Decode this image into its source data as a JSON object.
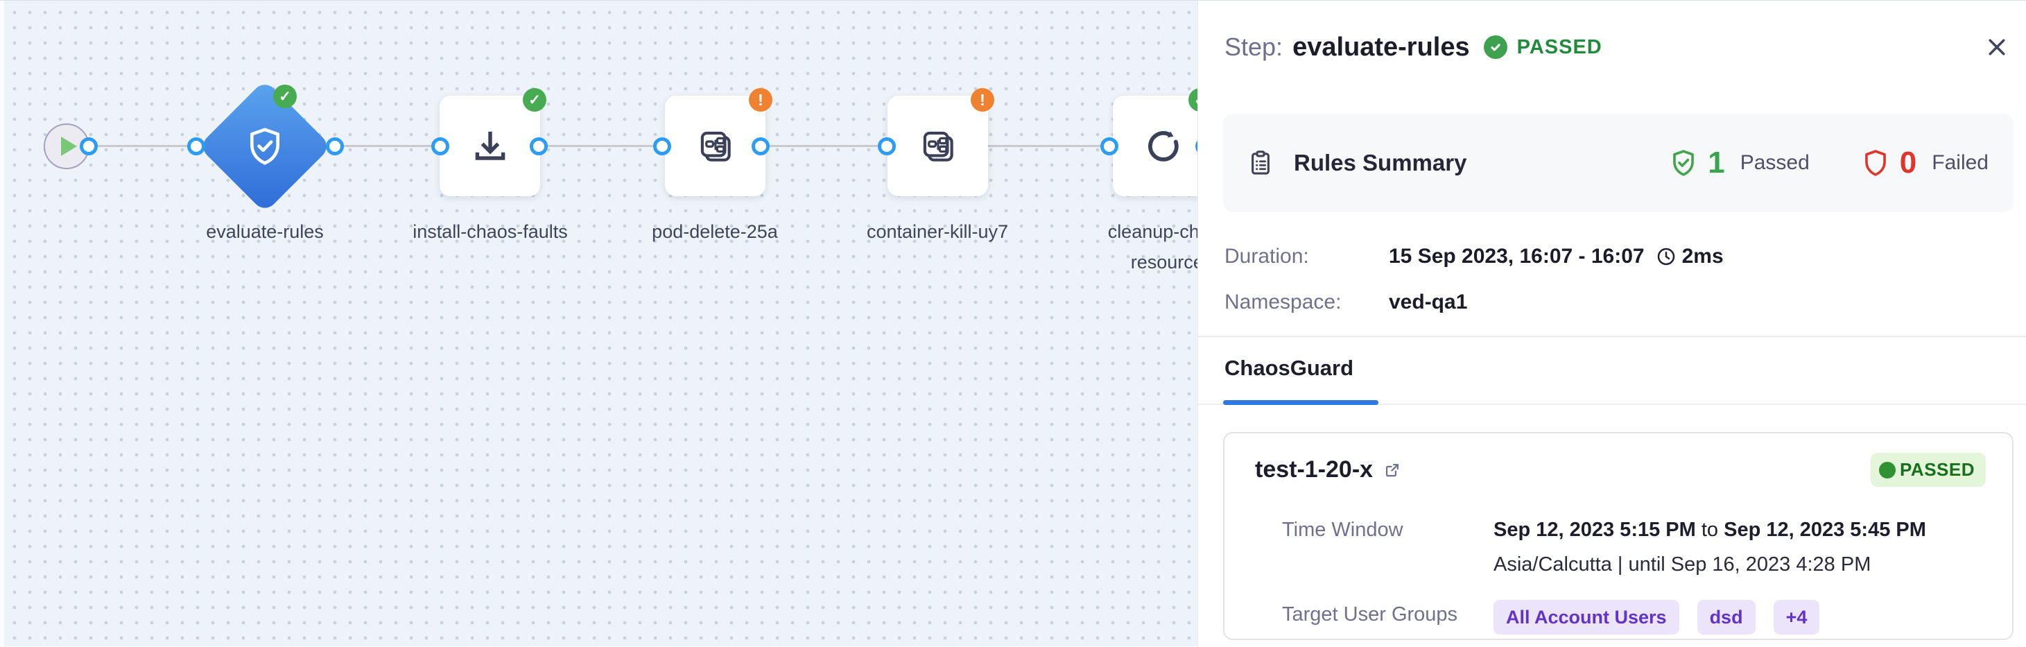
{
  "canvas": {
    "nodes": [
      {
        "id": "start",
        "type": "start"
      },
      {
        "id": "evaluate-rules",
        "label": "evaluate-rules",
        "type": "diamond",
        "icon": "shield-check-icon",
        "status": "passed"
      },
      {
        "id": "install-chaos-faults",
        "label": "install-chaos-faults",
        "type": "step",
        "icon": "download-icon",
        "status": "passed"
      },
      {
        "id": "pod-delete-25a",
        "label": "pod-delete-25a",
        "type": "step",
        "icon": "experiment-icon",
        "status": "warning"
      },
      {
        "id": "container-kill-uy7",
        "label": "container-kill-uy7",
        "type": "step",
        "icon": "experiment-icon",
        "status": "warning"
      },
      {
        "id": "cleanup-chaos-resources",
        "label": "cleanup-chaos-resources",
        "type": "step",
        "icon": "retry-icon",
        "status": "passed"
      }
    ]
  },
  "icons": {
    "check": "✓",
    "warning": "!"
  },
  "panel": {
    "header": {
      "step_label": "Step:",
      "step_name": "evaluate-rules",
      "status": "PASSED"
    },
    "rules_summary": {
      "title": "Rules Summary",
      "passed_count": "1",
      "passed_label": "Passed",
      "failed_count": "0",
      "failed_label": "Failed"
    },
    "details": {
      "duration_label": "Duration:",
      "duration_value": "15 Sep 2023, 16:07 - 16:07",
      "duration_ms": "2ms",
      "namespace_label": "Namespace:",
      "namespace_value": "ved-qa1"
    },
    "tabs": [
      {
        "label": "ChaosGuard",
        "active": true
      }
    ],
    "guard_card": {
      "name": "test-1-20-x",
      "status": "PASSED",
      "time_window_label": "Time Window",
      "time_start": "Sep 12, 2023 5:15 PM",
      "time_to": "to",
      "time_end": "Sep 12, 2023 5:45 PM",
      "timezone_line": "Asia/Calcutta | until Sep 16, 2023 4:28 PM",
      "target_groups_label": "Target User Groups",
      "target_groups": [
        "All Account Users",
        "dsd",
        "+4"
      ]
    }
  },
  "colors": {
    "accent_blue": "#2f7ae0",
    "node_blue_gradient_start": "#5ba4ee",
    "node_blue_gradient_end": "#2e6cd8",
    "success_green": "#47ab51",
    "warning_orange": "#ee8230",
    "failed_red": "#df352a",
    "pill_purple_bg": "#ebe4fb",
    "pill_purple_text": "#6134c6",
    "passed_pill_bg": "#e3f6d9",
    "passed_pill_text": "#176f1c",
    "canvas_bg": "#edf3f8",
    "port_blue": "#2d9cf4"
  }
}
